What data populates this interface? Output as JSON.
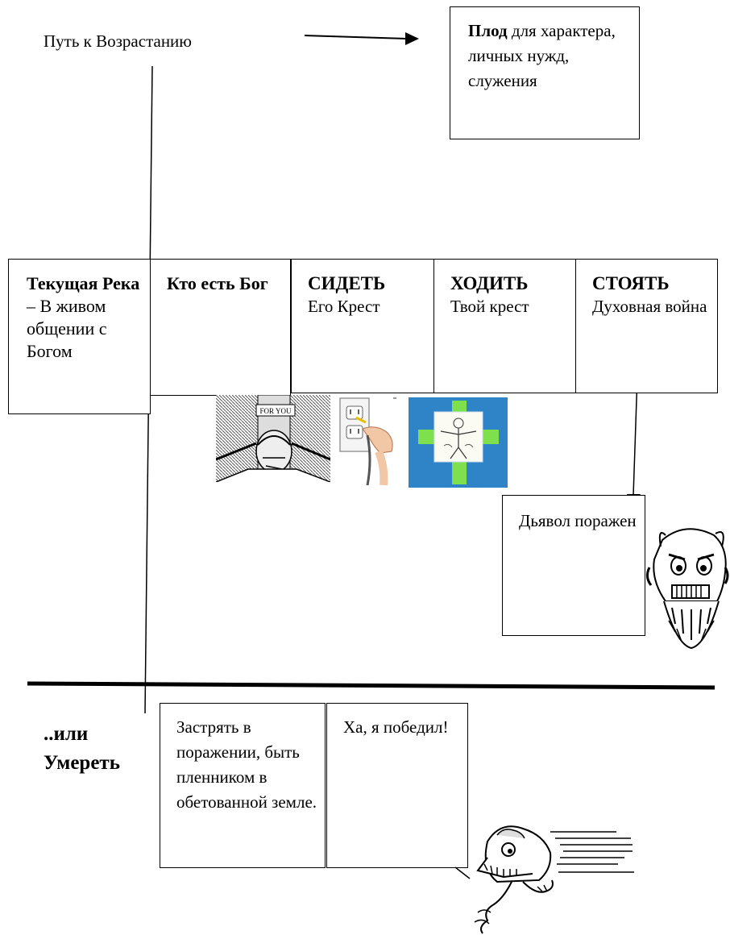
{
  "top": {
    "path_label": "Путь к Возрастанию",
    "fruit_bold": "Плод",
    "fruit_rest": " для характера, личных нужд, служения"
  },
  "columns": [
    {
      "bold": "Текущая Река",
      "rest": " – В живом общении с Богом"
    },
    {
      "bold": "Кто есть Бог",
      "rest": ""
    },
    {
      "bold": "СИДЕТЬ",
      "rest": "Его Крест"
    },
    {
      "bold": "ХОДИТЬ",
      "rest": "Твой крест"
    },
    {
      "bold": "СТОЯТЬ",
      "rest": "Духовная война"
    }
  ],
  "images": {
    "jesus_sign": "FOR YOU"
  },
  "devil_box": "Дьявол поражен",
  "bottom": {
    "or_die": "..или Умереть",
    "stuck": "Застрять в поражении, быть пленником в обетованной земле.",
    "ha": "Ха, я победил!"
  },
  "icons": [
    "arrow-right-icon",
    "arrow-down-icon",
    "crucifix-image",
    "power-outlet-image",
    "cross-image",
    "scared-devil-image",
    "running-devil-image"
  ]
}
